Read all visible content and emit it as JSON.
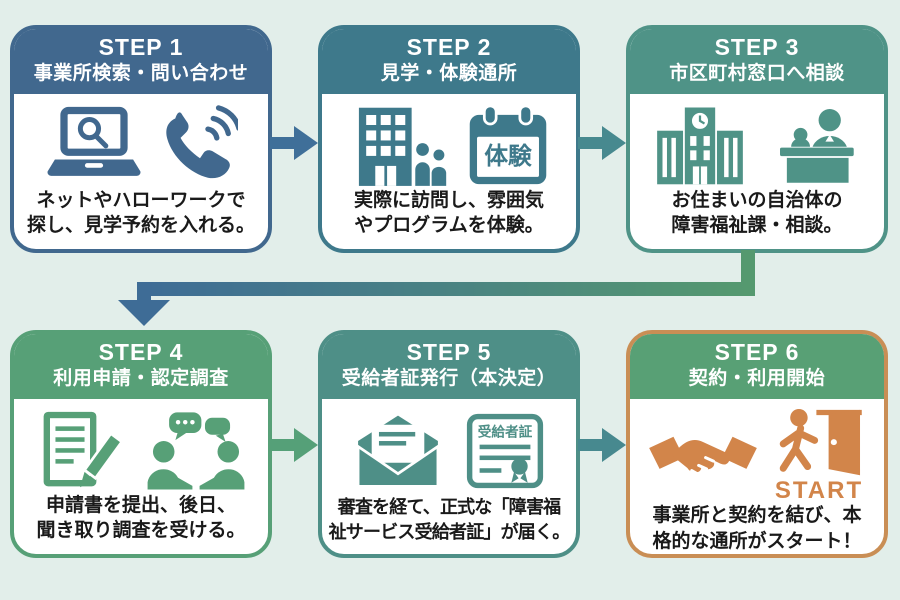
{
  "page": {
    "bg": "#e2eeea",
    "text_color": "#1a1a1a"
  },
  "steps": [
    {
      "label": "STEP 1",
      "title": "事業所検索・問い合わせ",
      "desc_line1": "ネットやハローワークで",
      "desc_line2": "探し、見学予約を入れる。",
      "theme": "#41688e",
      "border": "#41688e",
      "icons": [
        "laptop-search-icon",
        "phone-icon"
      ]
    },
    {
      "label": "STEP 2",
      "title": "見学・体験通所",
      "desc_line1": "実際に訪問し、雰囲気",
      "desc_line2": "やプログラムを体験。",
      "theme": "#3e798b",
      "border": "#3e798b",
      "badge": "体験",
      "icons": [
        "office-visitors-icon",
        "trial-calendar-icon"
      ]
    },
    {
      "label": "STEP 3",
      "title": "市区町村窓口へ相談",
      "desc_line1": "お住まいの自治体の",
      "desc_line2": "障害福祉課・相談。",
      "theme": "#4f9387",
      "border": "#4f9387",
      "icons": [
        "government-building-icon",
        "reception-desk-icon"
      ]
    },
    {
      "label": "STEP 4",
      "title": "利用申請・認定調査",
      "desc_line1": "申請書を提出、後日、",
      "desc_line2": "聞き取り調査を受ける。",
      "theme": "#57a077",
      "border": "#57a077",
      "icons": [
        "application-form-icon",
        "interview-icon"
      ]
    },
    {
      "label": "STEP 5",
      "title": "受給者証発行（本決定）",
      "desc_line1": "審査を経て、正式な「障害福",
      "desc_line2": "祉サービス受給者証」が届く。",
      "theme": "#4e8f87",
      "border": "#4e8f87",
      "certificate_label": "受給者証",
      "icons": [
        "envelope-letter-icon",
        "certificate-icon"
      ]
    },
    {
      "label": "STEP 6",
      "title": "契約・利用開始",
      "desc_line1": "事業所と契約を結び、本",
      "desc_line2": "格的な通所がスタート！",
      "theme": "#58a075",
      "border": "#c98e55",
      "icon_color": "#d2854a",
      "start_label": "START",
      "icons": [
        "handshake-icon",
        "door-start-icon"
      ]
    }
  ],
  "arrows": {
    "between": [
      {
        "name": "arrow-step1-step2",
        "color": "#3f6f99"
      },
      {
        "name": "arrow-step2-step3",
        "color": "#47898f"
      },
      {
        "name": "arrow-step4-step5",
        "color": "#55a078"
      },
      {
        "name": "arrow-step5-step6",
        "color": "#47898f"
      }
    ],
    "connector": {
      "name": "arrow-step3-step4",
      "from_color": "#3e6c96",
      "to_color": "#55996f"
    }
  }
}
